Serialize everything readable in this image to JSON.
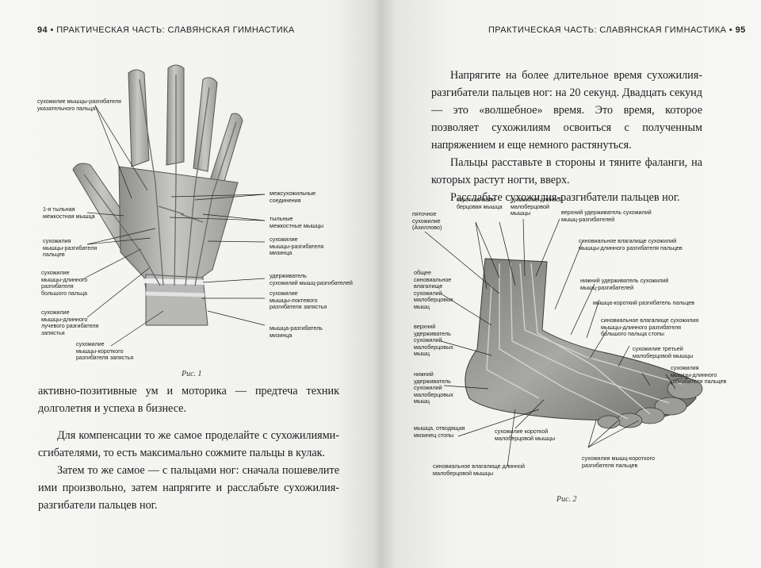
{
  "left_page": {
    "page_number": "94",
    "running_head": "ПРАКТИЧЕСКАЯ ЧАСТЬ: СЛАВЯНСКАЯ ГИМНАСТИКА",
    "figure_caption": "Рис. 1",
    "hand_labels": {
      "l1": "сухожилие мышцы-разгибателя\nуказательного пальца",
      "l2": "1-я тыльная\nмежкостная мышца",
      "l3": "сухожилия\nмышцы-разгибателя\nпальцев",
      "l4": "сухожилие\nмышцы-длинного\nразгибателя\nбольшого пальца",
      "l5": "сухожилие\nмышцы-длинного\nлучевого разгибателя\nзапястья",
      "l6": "сухожилие\nмышцы-короткого\nразгибателя запястья",
      "r1": "межсухожильные\nсоединения",
      "r2": "тыльные\nмежкостные мышцы",
      "r3": "сухожилие\nмышцы-разгибателя\nмизинца",
      "r4": "удерживатель\nсухожилий мышц-разгибателей",
      "r5": "сухожилие\nмышцы-локтевого\nразгибателя запястья",
      "r6": "мышца-разгибатель\nмизинца"
    },
    "paragraph1": "активно-позитивные ум и моторика — предтеча техник долголетия и успеха в бизнесе.",
    "paragraph2": "Для компенсации то же самое проделайте с сухожилиями-сгибателями, то есть максимально сожмите пальцы в кулак.",
    "paragraph3": "Затем то же самое — с пальцами ног: сначала пошевелите ими произвольно, затем напрягите и расслабьте сухожилия-разгибатели пальцев ног."
  },
  "right_page": {
    "page_number": "95",
    "running_head": "ПРАКТИЧЕСКАЯ ЧАСТЬ: СЛАВЯНСКАЯ ГИМНАСТИКА",
    "figure_caption": "Рис. 2",
    "paragraph1": "Напрягите на более длительное время сухожилия-разгибатели пальцев ног: на 20 секунд. Двадцать секунд — это «волшебное» время. Это время, которое позволяет сухожилиям освоиться с полученным напряжением и еще немного растянуться.",
    "paragraph2": "Пальцы расставьте в стороны и тяните фаланги, на которых растут ногти, вверх.",
    "paragraph3": "Расслабьте сухожилия-разгибатели пальцев ног.",
    "foot_labels": {
      "t1": "короткая мало-\nберцовая мышца",
      "t2": "сухожилие длинной\nмалоберцовой\nмышцы",
      "t3": "верхний удерживатель сухожилий\nмышц-разгибателей",
      "l1": "пяточное\nсухожилие\n(Ахиллово)",
      "l2": "общее\nсиновиальное\nвлагалище\nсухожилий\nмалоберцовых\nмышц",
      "l3": "верхний\nудерживатель\nсухожилий\nмалоберцовых\nмышц",
      "l4": "нижний\nудерживатель\nсухожилий\nмалоберцовых\nмышц",
      "l5": "мышца, отводящая\nмизинец стопы",
      "r1": "синовиальное влагалище сухожилий\nмышцы-длинного разгибателя пальцев",
      "r2": "нижний удерживатель сухожилий\nмышц-разгибателей",
      "r3": "мышца-короткий разгибатель пальцев",
      "r4": "синовиальное влагалище сухожилия\nмышцы-длинного разгибателя\nбольшого пальца стопы",
      "r5": "сухожилие третьей\nмалоберцовой мышцы",
      "r6": "сухожилия\nмышцы-длинного\nразгибателя пальцев",
      "b1": "сухожилие короткой\nмалоберцовой мышцы",
      "b2": "синовиальное влагалище длинной\nмалоберцовой мышцы",
      "b3": "сухожилия мышц-короткого\nразгибателя пальцев"
    }
  }
}
